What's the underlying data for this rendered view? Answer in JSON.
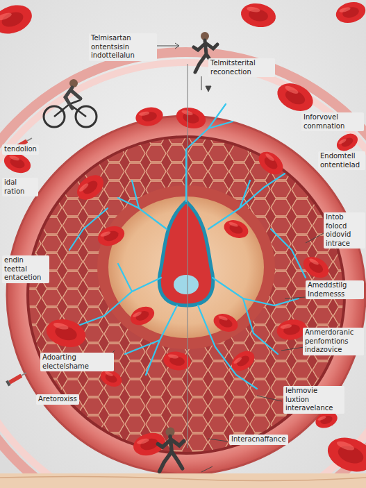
{
  "diagram": {
    "labels": [
      "Telmisartan ontentsisin indotteilalun",
      "Telmitsterital reconection",
      "Inforvovel conmnation",
      "Endomtell ontentielad",
      "Intob folocd oidovid intrace",
      "Ameddstilg Indemesss",
      "Anmerdoranic penfomtions indazovice",
      "Iehmovie luxtion interavelance",
      "Interacnaffance",
      "tendolion",
      "idal ration",
      "endin teettal entacetion",
      "Adoarting electelshame",
      "Aretoroxiss"
    ]
  }
}
